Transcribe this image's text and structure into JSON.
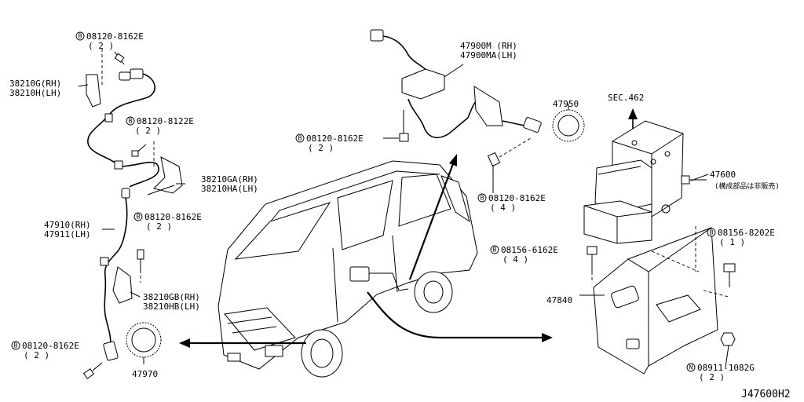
{
  "figure_code": "J47600H2",
  "callouts": {
    "bolt_top_left": {
      "badge": "B",
      "part": "08120-8162E",
      "qty": "( 2 )"
    },
    "bracket_38210G": {
      "rh": "38210G(RH)",
      "lh": "38210H(LH)"
    },
    "bolt_8122": {
      "badge": "B",
      "part": "08120-8122E",
      "qty": "( 2 )"
    },
    "bracket_38210GA": {
      "rh": "38210GA(RH)",
      "lh": "38210HA(LH)"
    },
    "sensor_47910": {
      "rh": "47910(RH)",
      "lh": "47911(LH)"
    },
    "bolt_mid_left": {
      "badge": "B",
      "part": "08120-8162E",
      "qty": "( 2 )"
    },
    "bracket_38210GB": {
      "rh": "38210GB(RH)",
      "lh": "38210HB(LH)"
    },
    "bolt_bottom_left": {
      "badge": "B",
      "part": "08120-8162E",
      "qty": "( 2 )"
    },
    "rotor_47970": {
      "part": "47970"
    },
    "sensor_47900": {
      "rh": "47900M (RH)",
      "lh": "47900MA(LH)"
    },
    "bolt_top_center": {
      "badge": "B",
      "part": "08120-8162E",
      "qty": "( 2 )"
    },
    "rotor_47950": {
      "part": "47950"
    },
    "bolt_center_right": {
      "badge": "B",
      "part": "08120-8162E",
      "qty": "( 4 )"
    },
    "section_ref": {
      "text": "SEC.462"
    },
    "actuator_47600": {
      "part": "47600",
      "note": "(構成部品は非販売)"
    },
    "bolt_6162": {
      "badge": "B",
      "part": "08156-6162E",
      "qty": "( 4 )"
    },
    "bolt_8202": {
      "badge": "B",
      "part": "08156-8202E",
      "qty": "( 1 )"
    },
    "bracket_47840": {
      "part": "47840"
    },
    "nut_1082": {
      "badge": "N",
      "part": "08911-1082G",
      "qty": "( 2 )"
    }
  }
}
